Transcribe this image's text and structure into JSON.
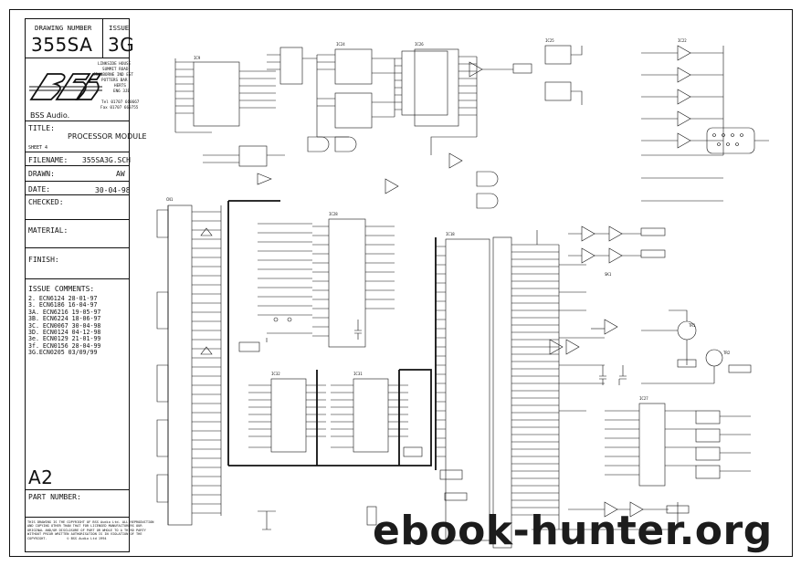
{
  "title_block": {
    "drawing_number_label": "DRAWING NUMBER",
    "issue_label": "ISSUE",
    "drawing_number": "355SA",
    "issue": "3G",
    "address": [
      "LINKSIDE HOUSE",
      "SUMMIT ROAD",
      "CRANBORNE IND EST",
      "POTTERS BAR",
      "HERTS",
      "EN6 3JB"
    ],
    "tel": "Tel 01707 660667",
    "fax": "Fax 01707 660755",
    "company": "BSS Audio.",
    "title_label": "TITLE:",
    "title_value": "PROCESSOR MODULE",
    "sheet": "SHEET 4",
    "filename_label": "FILENAME:",
    "filename_value": "355SA3G.SCH",
    "drawn_label": "DRAWN:",
    "drawn_value": "AW",
    "date_label": "DATE:",
    "date_value": "30-04-98",
    "checked_label": "CHECKED:",
    "material_label": "MATERIAL:",
    "finish_label": "FINISH:",
    "issue_comments_label": "ISSUE COMMENTS:",
    "issue_comments": [
      "2. ECN6124 28-01-97",
      "3. ECN6186 16-04-97",
      "3A. ECN6216 19-05-97",
      "3B. ECN6224 18-06-97",
      "3C. ECN0067 30-04-98",
      "3D. ECN0124 04-12-98",
      "3e. ECN0129 21-01-99",
      "3f. ECN0156 28-04-99",
      "3G.ECN0205 03/09/99"
    ],
    "size": "A2",
    "part_number_label": "PART NUMBER:",
    "copyright": "THIS DRAWING IS THE COPYRIGHT OF BSS Audio Ltd. ALL REPRODUCTION\nAND COPYING OTHER THAN THAT FOR LICENSED MANUFACTURERS OUR\nORIGINAL AND/OR DISCLOSURE OF PART OR WHOLE TO A THIRD PARTY\nWITHOUT PRIOR WRITTEN AUTHORISATION IS IN VIOLATION OF THE\nCOPYRIGHT.          © BSS Audio Ltd 1994"
  },
  "watermark": "ebook-hunter.org"
}
